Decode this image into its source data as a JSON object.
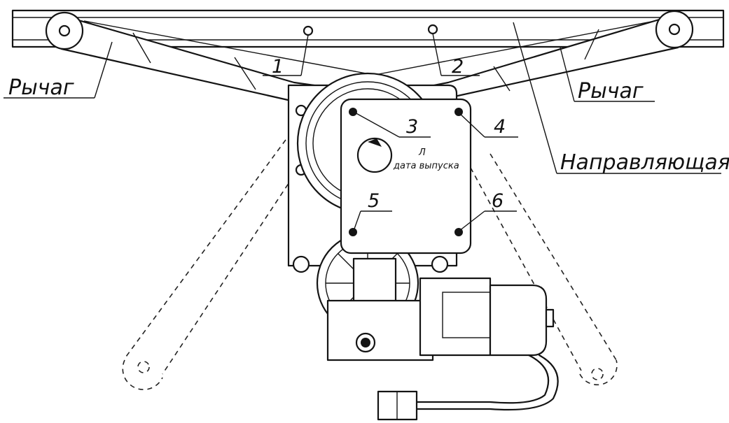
{
  "labels": {
    "lever_left": "Рычаг",
    "lever_right": "Рычаг",
    "guide": "Направляющая",
    "n1": "1",
    "n2": "2",
    "n3": "3",
    "n4": "4",
    "n5": "5",
    "n6": "6",
    "marking_l": "Л",
    "marking_date": "дата выпуска"
  },
  "colors": {
    "line": "#141414",
    "background": "#ffffff"
  }
}
